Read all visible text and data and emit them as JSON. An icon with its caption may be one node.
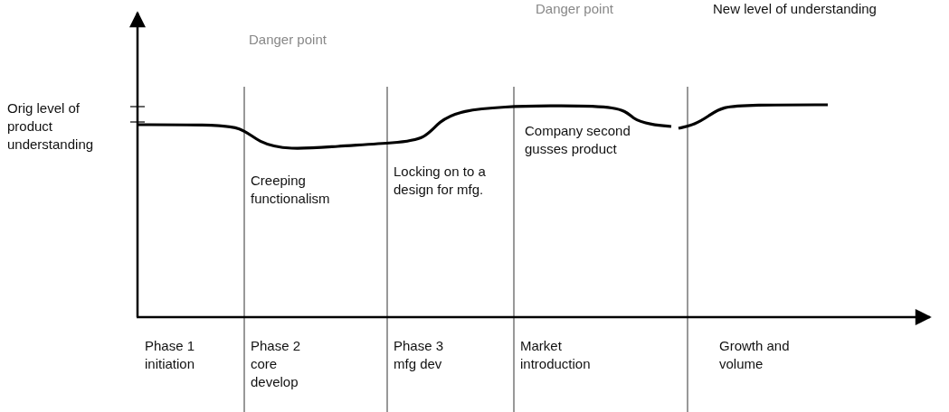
{
  "diagram": {
    "labels": [
      "Danger point",
      "New level of understanding",
      "Danger point",
      "Orig level of product understanding",
      "Company second gusses product",
      "Creeping functionalism",
      "Locking on to a design for mfg.",
      "Phase 1 initiation",
      "Phase 2 core develop",
      "Phase 3 mfg dev",
      "Market introduction",
      "Growth and volume"
    ]
  }
}
